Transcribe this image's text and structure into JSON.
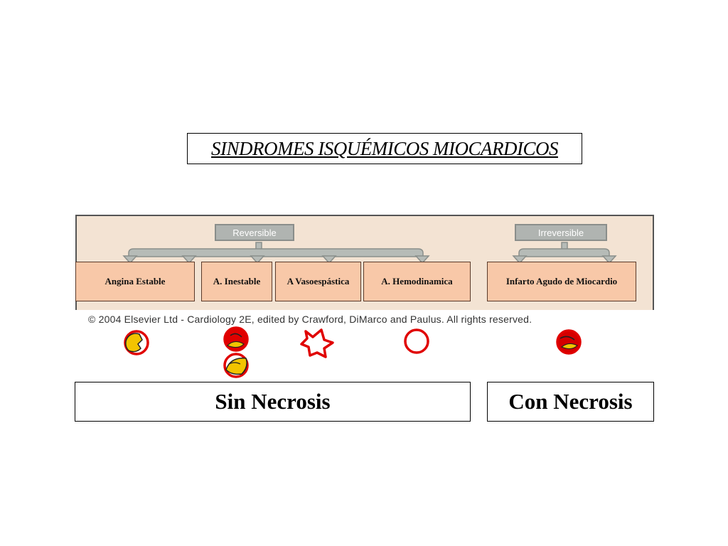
{
  "title": "SINDROMES ISQUÉMICOS MIOCARDICOS",
  "figure": {
    "group_labels": [
      "Reversible",
      "Irreversible"
    ],
    "stages": [
      "Angina Estable",
      "A.  Inestable",
      "A Vasoespástica",
      "A. Hemodinamica",
      "Infarto Agudo de Miocardio"
    ],
    "copyright": "© 2004 Elsevier Ltd - Cardiology 2E, edited by Crawford, DiMarco and Paulus. All rights reserved."
  },
  "results": {
    "left": "Sin Necrosis",
    "right": "Con Necrosis"
  },
  "icons": [
    "partial-plaque-icon",
    "ruptured-plaque-icon",
    "plaque-icon",
    "spasm-icon",
    "normal-vessel-icon",
    "occluded-vessel-icon"
  ],
  "colors": {
    "stage_fill": "#f8c8a8",
    "figure_bg": "#f3e3d3",
    "arrow": "#9aa09b",
    "ring": "#e00000",
    "plaque": "#f2c400"
  }
}
